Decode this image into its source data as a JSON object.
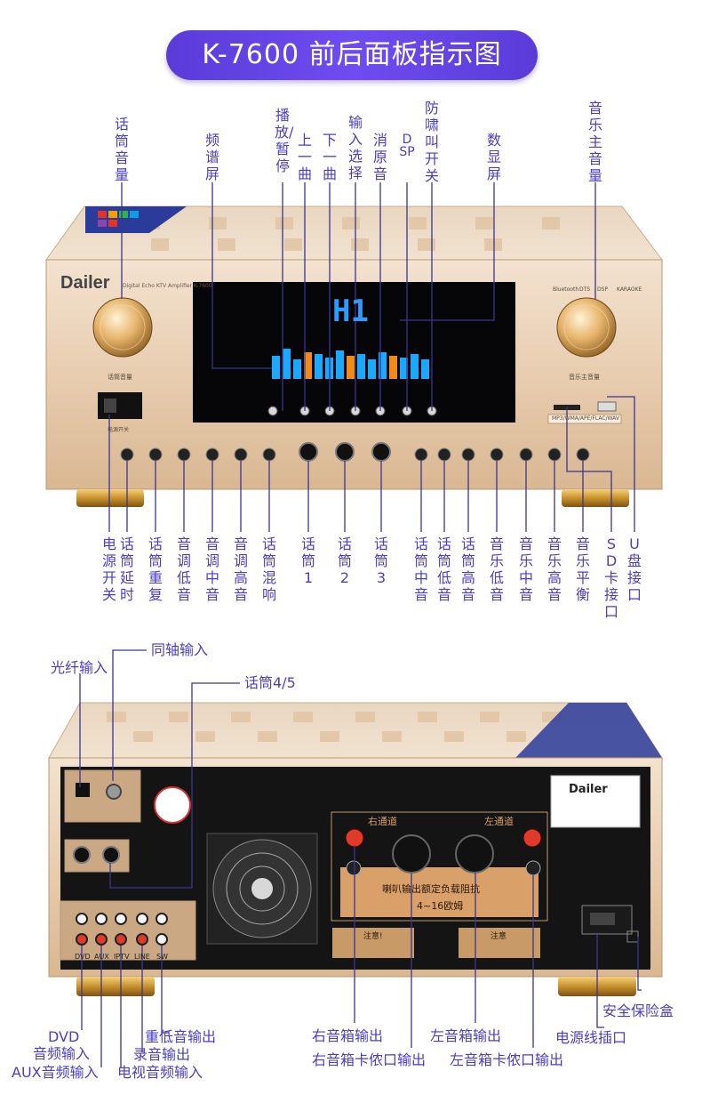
{
  "title": "K-7600 前后面板指示图",
  "front": {
    "brand": "Dailer",
    "model_text": "Digital Echo KTV Amplifier K-7600",
    "display_text": "H1",
    "mic_knob_label": "话筒音量",
    "music_knob_label": "音乐主音量",
    "power_switch_label": "电源开关",
    "badges": [
      "Bluetooth",
      "DTS",
      "DSP",
      "KARAOKE"
    ],
    "format_text": "MP3/WMA/APE/FLAC/WAV",
    "top_labels": [
      {
        "text": "话筒音量"
      },
      {
        "text": "频谱屏"
      },
      {
        "text": "播放/暂停"
      },
      {
        "text": "上一曲"
      },
      {
        "text": "下一曲"
      },
      {
        "text": "输入选择"
      },
      {
        "text": "消原音"
      },
      {
        "text": "DSP"
      },
      {
        "text": "防啸叫开关"
      },
      {
        "text": "数显屏"
      },
      {
        "text": "音乐主音量"
      }
    ],
    "bottom_labels": [
      {
        "text": "电源开关"
      },
      {
        "text": "话筒延时"
      },
      {
        "text": "话筒重复"
      },
      {
        "text": "音调低音"
      },
      {
        "text": "音调中音"
      },
      {
        "text": "音调高音"
      },
      {
        "text": "话筒混响"
      },
      {
        "text": "话筒1"
      },
      {
        "text": "话筒2"
      },
      {
        "text": "话筒3"
      },
      {
        "text": "话筒中音"
      },
      {
        "text": "话筒低音"
      },
      {
        "text": "话筒高音"
      },
      {
        "text": "音乐低音"
      },
      {
        "text": "音乐中音"
      },
      {
        "text": "音乐高音"
      },
      {
        "text": "音乐平衡"
      },
      {
        "text": "SD卡接口"
      },
      {
        "text": "U盘接口"
      }
    ]
  },
  "rear": {
    "brand": "Dailer",
    "right_channel": "右通道",
    "left_channel": "左通道",
    "impedance_line1": "喇叭输出额定负载阻抗",
    "impedance_line2": "4~16欧姆",
    "warning": "注意!",
    "notice": "注意",
    "top_labels": [
      {
        "text": "光纤输入"
      },
      {
        "text": "同轴输入"
      },
      {
        "text": "话筒4/5"
      }
    ],
    "bottom_labels": [
      {
        "text": "DVD"
      },
      {
        "text": "音频输入"
      },
      {
        "text": "AUX音频输入"
      },
      {
        "text": "重低音输出"
      },
      {
        "text": "录音输出"
      },
      {
        "text": "电视音频输入"
      },
      {
        "text": "右音箱输出"
      },
      {
        "text": "右音箱卡侬口输出"
      },
      {
        "text": "左音箱输出"
      },
      {
        "text": "左音箱卡侬口输出"
      },
      {
        "text": "安全保险盒"
      },
      {
        "text": "电源线插口"
      }
    ],
    "jack_labels": [
      "DVD",
      "AUX",
      "IPTV",
      "LINE",
      "SW"
    ]
  },
  "colors": {
    "accent": "#4a3fc6",
    "title_bg": "#6447e6",
    "gold": "#d8b88f"
  }
}
